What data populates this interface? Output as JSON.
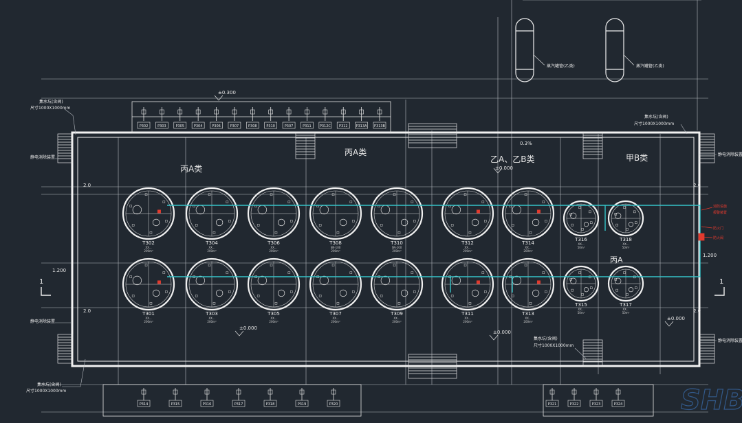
{
  "colors": {
    "background": "#212830",
    "line": "#e6e6e6",
    "dim": "#b8bcc2",
    "cyan": "#35c4c9",
    "red": "#e23a2e",
    "watermark": "#3a6fb0"
  },
  "zones": {
    "bing_a_left": "丙A类",
    "bing_a_top": "丙A类",
    "yi_a_b": "乙A、乙B类",
    "jia_b": "甲B类",
    "bing_a_right": "丙A"
  },
  "levels": {
    "top_0300": "±0.300",
    "mid_0000": "±0.000",
    "bottom_left_0000": "±0.000",
    "bottom_mid_0000": "±0.000",
    "right_0000": "±0.000",
    "left_1200": "1.200",
    "right_1200": "1.200",
    "slope": "0.3%",
    "row_a_left": "2.0",
    "row_a_right": "2.0",
    "row_b_left": "2.0",
    "row_b_right": "2.0"
  },
  "section": {
    "left": "1",
    "right": "1"
  },
  "tanks_top": [
    {
      "id": "T302",
      "sub": "XX...",
      "cap": "200m³"
    },
    {
      "id": "T304",
      "sub": "XX...",
      "cap": "200m³"
    },
    {
      "id": "T306",
      "sub": "XX...",
      "cap": "200m³"
    },
    {
      "id": "T308",
      "sub": "SN-100",
      "cap": "200m³"
    },
    {
      "id": "T310",
      "sub": "SN-100",
      "cap": "200m³"
    },
    {
      "id": "T312",
      "sub": "XX...",
      "cap": "200m³"
    },
    {
      "id": "T314",
      "sub": "XX...",
      "cap": "200m³"
    },
    {
      "id": "T316",
      "sub": "XX...",
      "cap": "50m³"
    },
    {
      "id": "T318",
      "sub": "XX...",
      "cap": "50m³"
    }
  ],
  "tanks_bottom": [
    {
      "id": "T301",
      "sub": "XX...",
      "cap": "200m³"
    },
    {
      "id": "T303",
      "sub": "XX...",
      "cap": "200m³"
    },
    {
      "id": "T305",
      "sub": "XX...",
      "cap": "200m³"
    },
    {
      "id": "T307",
      "sub": "XX...",
      "cap": "200m³"
    },
    {
      "id": "T309",
      "sub": "XX...",
      "cap": "200m³"
    },
    {
      "id": "T311",
      "sub": "XX...",
      "cap": "200m³"
    },
    {
      "id": "T313",
      "sub": "XX...",
      "cap": "200m³"
    },
    {
      "id": "T315",
      "sub": "XX...",
      "cap": "50m³"
    },
    {
      "id": "T317",
      "sub": "XX...",
      "cap": "50m³"
    }
  ],
  "pumps_top": [
    "P302",
    "P303",
    "P305",
    "P304",
    "P306",
    "P307",
    "P308",
    "P310",
    "P307",
    "P311",
    "P312C",
    "P312",
    "P313A",
    "P313B"
  ],
  "pumps_bottom_left": [
    "P314",
    "P315",
    "P316",
    "P317",
    "P318",
    "P319",
    "P320"
  ],
  "pumps_bottom_right": [
    "P321",
    "P322",
    "P323",
    "P324"
  ],
  "notes": {
    "sump_tl_title": "集水坑(含阀)",
    "sump_tl_size": "尺寸1000X1000mm",
    "sump_tr_title": "集水坑(含阀)",
    "sump_tr_size": "尺寸1000X1000mm",
    "sump_bl_title": "集水坑(含阀)",
    "sump_bl_size": "尺寸1000X1000mm",
    "sump_bm_title": "集水坑(含阀)",
    "sump_bm_size": "尺寸1000X1000mm",
    "static_l1": "静电消除装置",
    "static_l2": "静电消除装置",
    "static_r1": "静电消除装置",
    "static_r2": "静电消除装置",
    "vessel_1": "蒸汽罐管(乙类)",
    "vessel_2": "蒸汽罐管(乙类)",
    "red_1": "消防设施",
    "red_2": "报警装置",
    "red_3": "防火门",
    "red_4": "防火阀"
  },
  "watermark": "SHB"
}
